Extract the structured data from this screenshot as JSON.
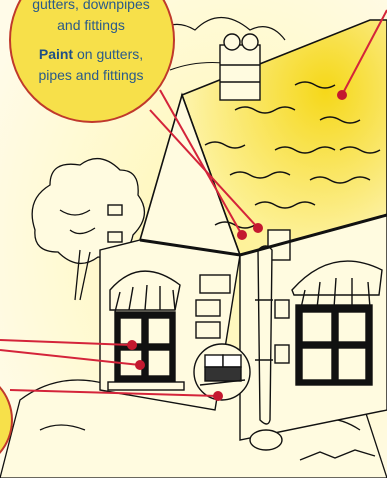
{
  "callout_top": {
    "line1": "gutters, downpipes",
    "line2": "and fittings",
    "line3_bold": "Paint",
    "line3_rest": " on gutters,",
    "line4": "pipes and fittings"
  },
  "colors": {
    "background": "#fffbe0",
    "callout_fill": "#f7e04a",
    "callout_border": "#c0392b",
    "leader_line": "#d4243a",
    "marker_dot": "#c4182f",
    "roof_highlight": "#f5d60f",
    "text": "#2a5a8a",
    "ink": "#111111"
  }
}
